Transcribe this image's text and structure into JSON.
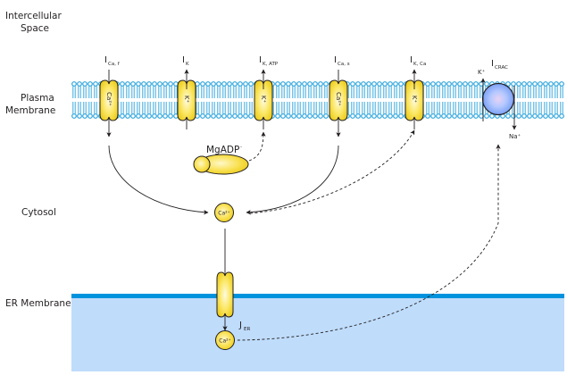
{
  "regions": {
    "intercellular": [
      "Intercellular",
      "Space"
    ],
    "plasma": [
      "Plasma",
      "Membrane"
    ],
    "cytosol": "Cytosol",
    "er": "ER Membrane"
  },
  "channels": [
    {
      "current": "I",
      "sub": "Ca, f",
      "ion": "Ca²⁺",
      "direction": "in"
    },
    {
      "current": "I",
      "sub": "K",
      "ion": "K⁺",
      "direction": "out"
    },
    {
      "current": "I",
      "sub": "K, ATP",
      "ion": "K⁺",
      "direction": "out"
    },
    {
      "current": "I",
      "sub": "Ca, s",
      "ion": "Ca²⁺",
      "direction": "in"
    },
    {
      "current": "I",
      "sub": "K, Ca",
      "ion": "K⁺",
      "direction": "out"
    }
  ],
  "crac": {
    "current": "I",
    "sub": "CRAC",
    "ion_out": "K⁺",
    "ion_in": "Na⁺"
  },
  "mgadp": {
    "label": "MgADP",
    "sup": "-"
  },
  "cytosol_ca": {
    "label": "Ca²⁺"
  },
  "er_ca": {
    "label": "Ca²⁺"
  },
  "er_flux": {
    "main": "J",
    "sub": "ER"
  },
  "colors": {
    "channel_fill": "#f7e04a",
    "channel_stroke": "#231f20",
    "membrane": "#29a3dc",
    "membrane_light": "#bfe3f6",
    "er_lumen": "#bfdcfb",
    "er_membrane": "#0093dd",
    "crac_fill": "#8fb4ff"
  }
}
